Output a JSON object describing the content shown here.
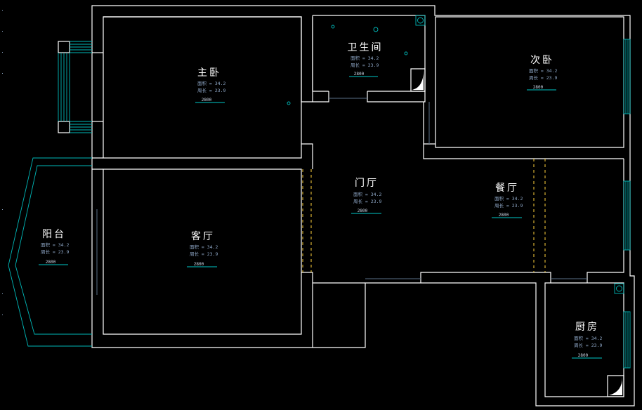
{
  "rooms": [
    {
      "id": "master-bedroom",
      "name": "主卧",
      "area": "面积 = 34.2",
      "perimeter": "周长 = 23.9",
      "dim": "2800"
    },
    {
      "id": "bathroom",
      "name": "卫生间",
      "area": "面积 = 34.2",
      "perimeter": "周长 = 23.9",
      "dim": "2800"
    },
    {
      "id": "second-bedroom",
      "name": "次卧",
      "area": "面积 = 34.2",
      "perimeter": "周长 = 23.9",
      "dim": "2800"
    },
    {
      "id": "foyer",
      "name": "门厅",
      "area": "面积 = 34.2",
      "perimeter": "周长 = 23.9",
      "dim": "2800"
    },
    {
      "id": "dining-room",
      "name": "餐厅",
      "area": "面积 = 34.2",
      "perimeter": "周长 = 23.9",
      "dim": "2800"
    },
    {
      "id": "balcony",
      "name": "阳台",
      "area": "面积 = 34.2",
      "perimeter": "周长 = 23.9",
      "dim": "2800"
    },
    {
      "id": "living-room",
      "name": "客厅",
      "area": "面积 = 34.2",
      "perimeter": "周长 = 23.9",
      "dim": "2800"
    },
    {
      "id": "kitchen",
      "name": "厨房",
      "area": "面积 = 34.2",
      "perimeter": "周长 = 23.9",
      "dim": "2800"
    }
  ],
  "colors": {
    "background": "#000000",
    "wall": "#ffffff",
    "window": "#00b8b8",
    "opening": "#ffd23c",
    "label": "#ffffff",
    "info": "#8fa8c8"
  }
}
